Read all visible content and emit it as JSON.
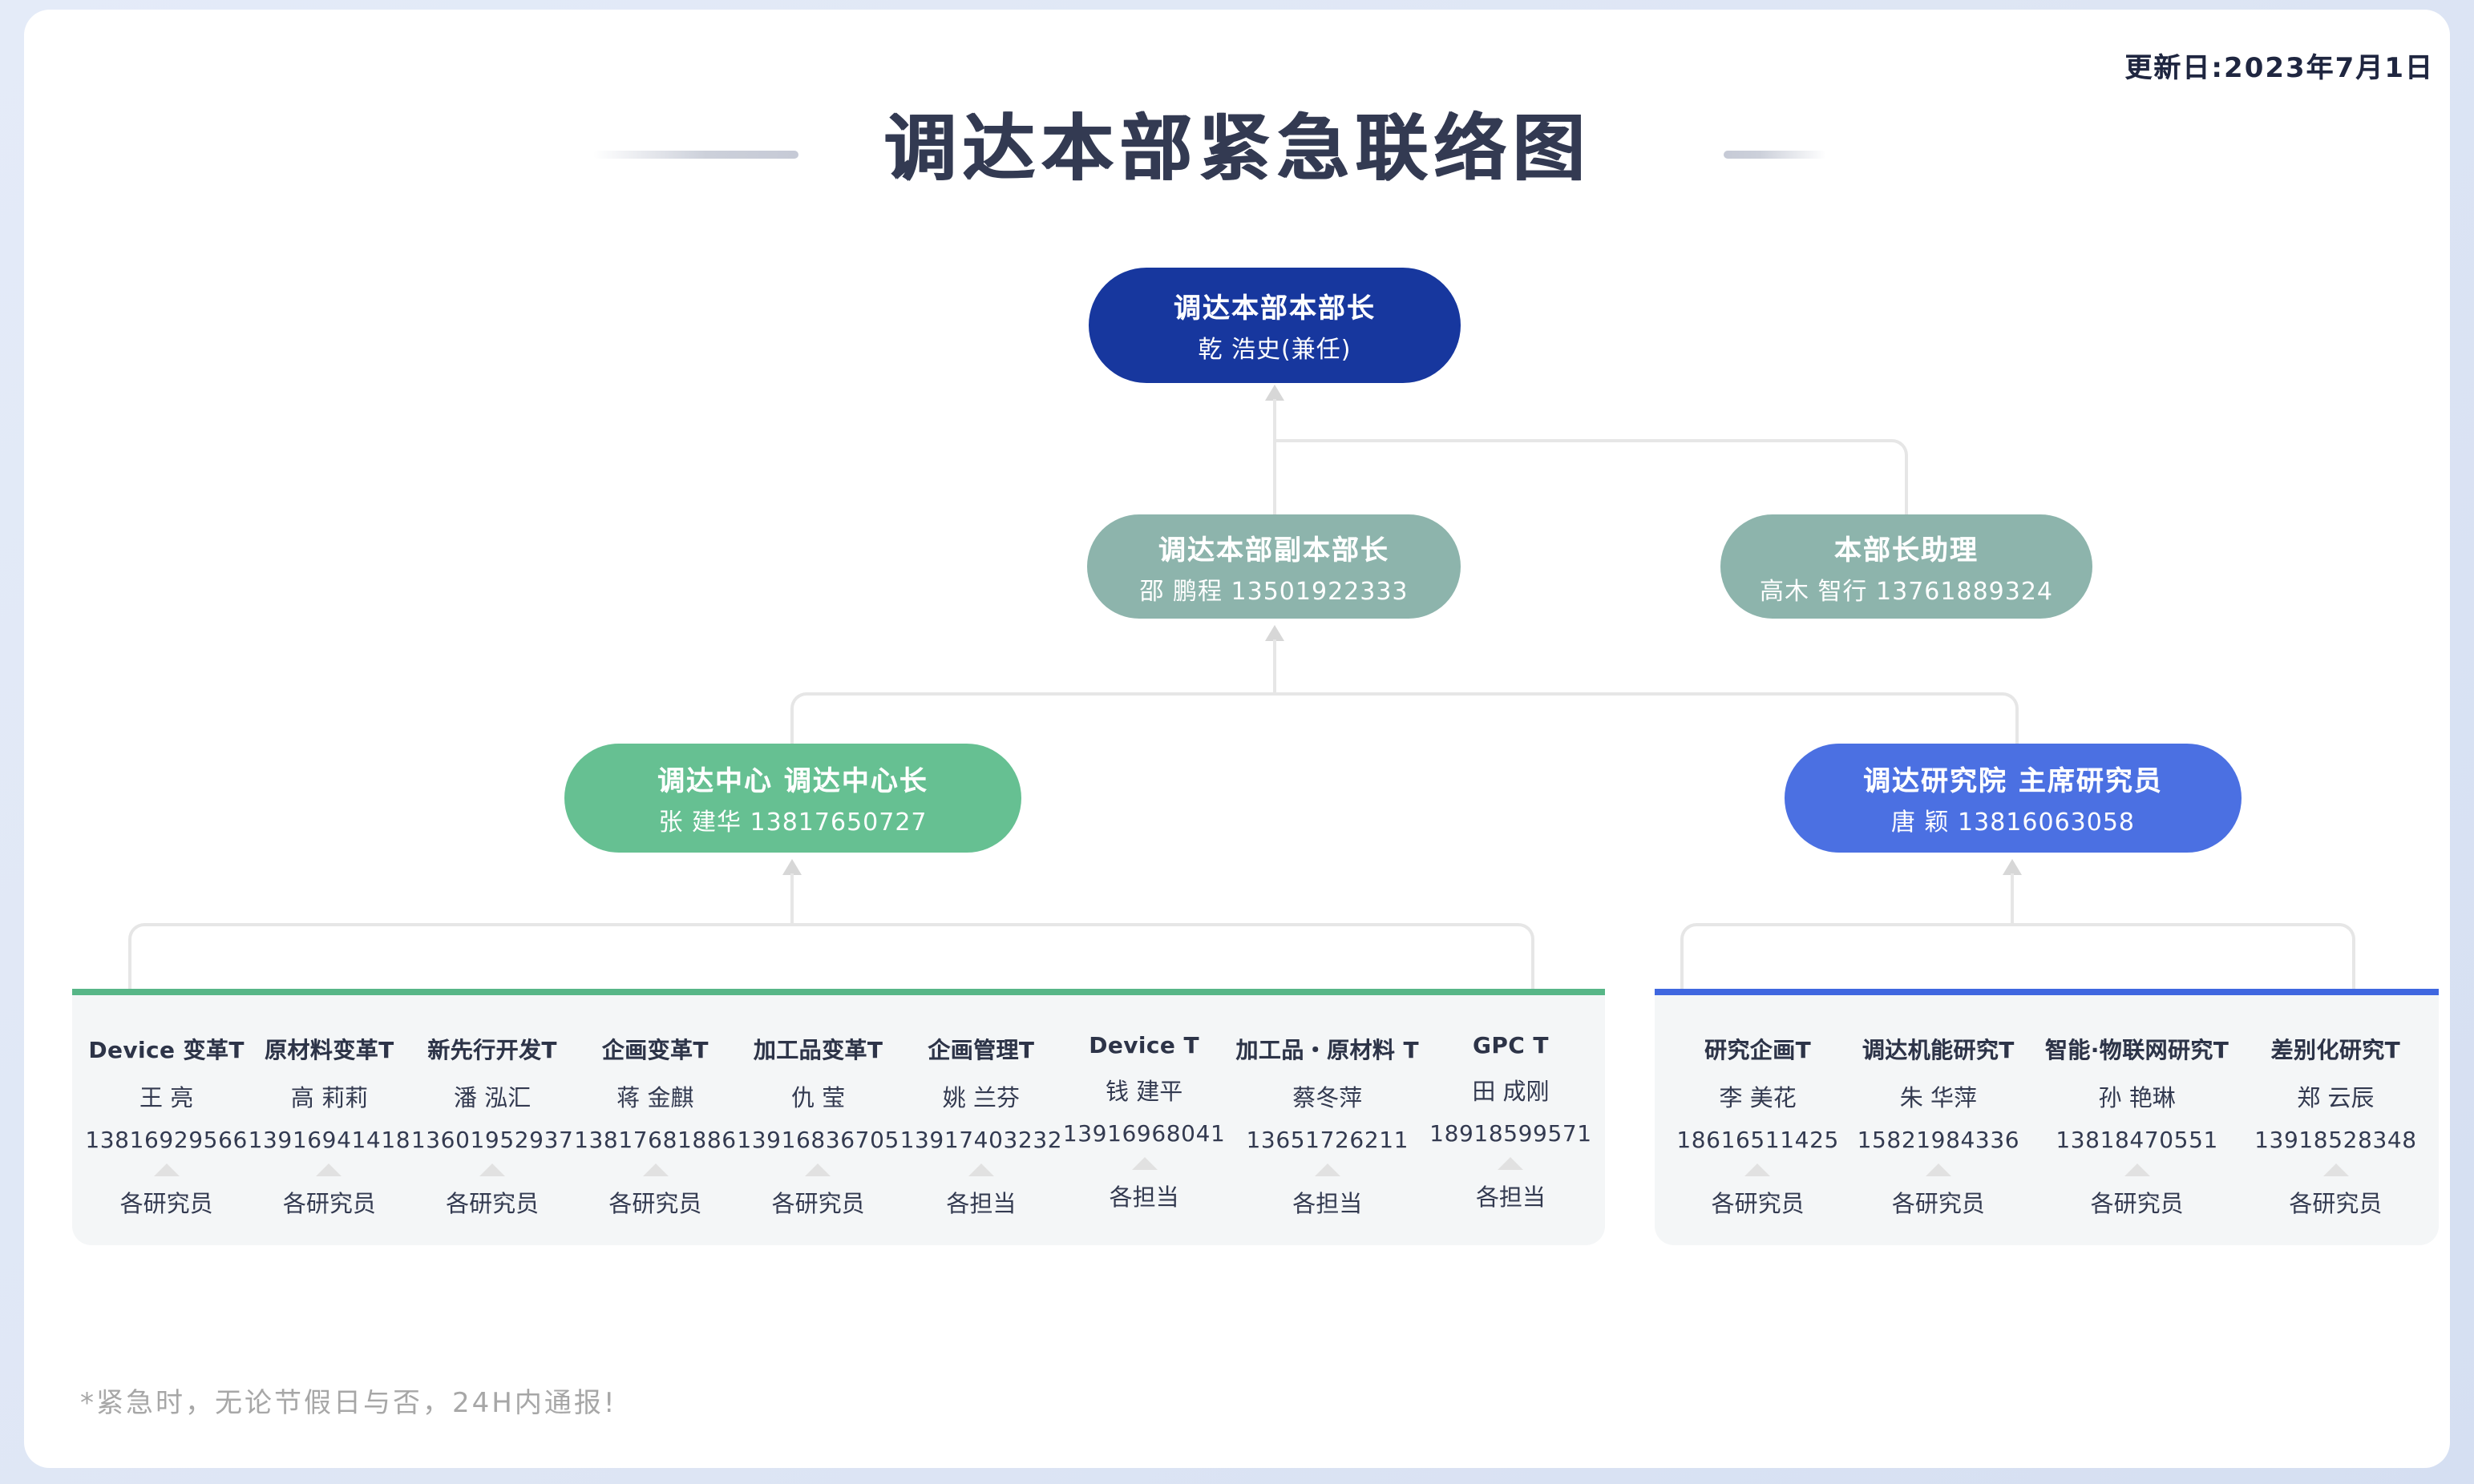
{
  "header": {
    "update_date": "更新日:2023年7月1日",
    "title": "调达本部紧急联络图"
  },
  "org": {
    "director": {
      "title": "调达本部本部长",
      "contact": "乾 浩史(兼任)"
    },
    "deputy": {
      "title": "调达本部副本部长",
      "contact": "邵 鹏程 13501922333"
    },
    "assistant": {
      "title": "本部长助理",
      "contact": "高木 智行 13761889324"
    },
    "center_head": {
      "title": "调达中心 调达中心长",
      "contact": "张 建华 13817650727"
    },
    "institute_head": {
      "title": "调达研究院 主席研究员",
      "contact": "唐 颖 13816063058"
    }
  },
  "left_panel": {
    "teams": [
      {
        "team": "Device 变革T",
        "leader": "王 亮",
        "phone": "13816929566",
        "members": "各研究员"
      },
      {
        "team": "原材料变革T",
        "leader": "高 莉莉",
        "phone": "13916941418",
        "members": "各研究员"
      },
      {
        "team": "新先行开发T",
        "leader": "潘 泓汇",
        "phone": "13601952937",
        "members": "各研究员"
      },
      {
        "team": "企画变革T",
        "leader": "蒋 金麒",
        "phone": "13817681886",
        "members": "各研究员"
      },
      {
        "team": "加工品变革T",
        "leader": "仇 莹",
        "phone": "13916836705",
        "members": "各研究员"
      },
      {
        "team": "企画管理T",
        "leader": "姚 兰芬",
        "phone": "13917403232",
        "members": "各担当"
      },
      {
        "team": "Device T",
        "leader": "钱 建平",
        "phone": "13916968041",
        "members": "各担当"
      },
      {
        "team": "加工品・原材料 T",
        "leader": "蔡冬萍",
        "phone": "13651726211",
        "members": "各担当"
      },
      {
        "team": "GPC T",
        "leader": "田 成刚",
        "phone": "18918599571",
        "members": "各担当"
      }
    ]
  },
  "right_panel": {
    "teams": [
      {
        "team": "研究企画T",
        "leader": "李 美花",
        "phone": "18616511425",
        "members": "各研究员"
      },
      {
        "team": "调达机能研究T",
        "leader": "朱 华萍",
        "phone": "15821984336",
        "members": "各研究员"
      },
      {
        "team": "智能·物联网研究T",
        "leader": "孙 艳琳",
        "phone": "13818470551",
        "members": "各研究员"
      },
      {
        "team": "差别化研究T",
        "leader": "郑 云辰",
        "phone": "13918528348",
        "members": "各研究员"
      }
    ]
  },
  "footnote": "*紧急时，无论节假日与否，24H内通报!",
  "colors": {
    "director_pill": "#17379e",
    "secondary_pill": "#8db4ac",
    "center_pill": "#66c092",
    "institute_pill": "#4b70e2",
    "left_panel_accent": "#57b687",
    "right_panel_accent": "#3f67e0",
    "connector": "#e6e6e6",
    "background": "#dde5f4"
  }
}
